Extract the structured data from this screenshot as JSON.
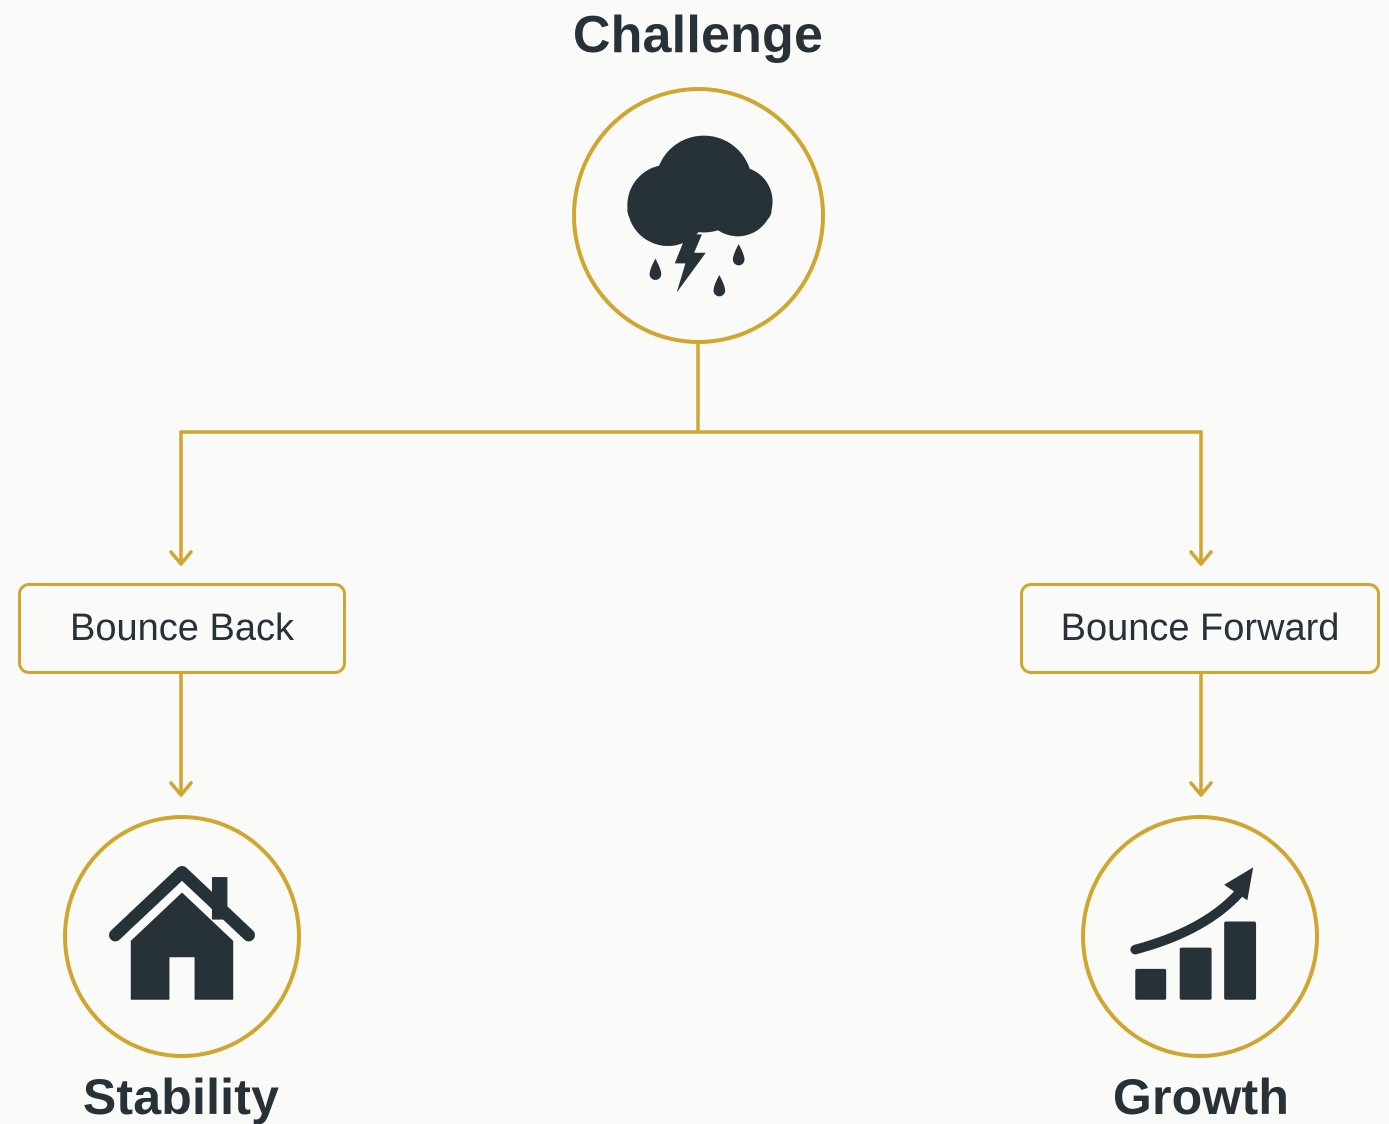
{
  "diagram": {
    "root": {
      "title": "Challenge",
      "icon": "storm-cloud-icon"
    },
    "branches": [
      {
        "label": "Bounce Back",
        "outcome": "Stability",
        "outcome_icon": "house-icon"
      },
      {
        "label": "Bounce Forward",
        "outcome": "Growth",
        "outcome_icon": "growth-chart-icon"
      }
    ]
  },
  "colors": {
    "accent": "#d0a530",
    "icon": "#263238",
    "text": "#263238",
    "background": "#fafaf8"
  }
}
